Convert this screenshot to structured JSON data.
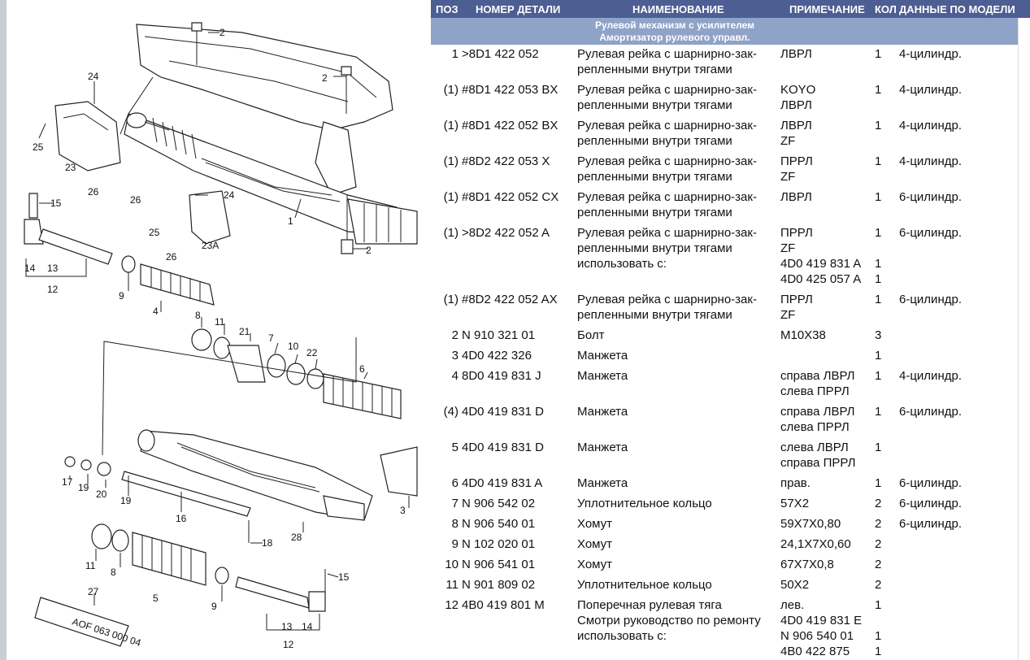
{
  "header": {
    "pos": "ПОЗ",
    "part_number": "НОМЕР ДЕТАЛИ",
    "name": "НАИМЕНОВАНИЕ",
    "note": "ПРИМЕЧАНИЕ",
    "qty": "КОЛ",
    "model": "ДАННЫЕ ПО МОДЕЛИ"
  },
  "group": {
    "line1": "Рулевой механизм с усилителем",
    "line2": "Амортизатор рулевого управл."
  },
  "diagram": {
    "callouts": [
      "2",
      "2",
      "24",
      "25",
      "23",
      "26",
      "26",
      "24",
      "25",
      "26",
      "23A",
      "1",
      "2",
      "15",
      "14",
      "13",
      "12",
      "9",
      "4",
      "8",
      "11",
      "21",
      "7",
      "10",
      "22",
      "6",
      "17",
      "19",
      "20",
      "19",
      "16",
      "18",
      "28",
      "3",
      "11",
      "8",
      "5",
      "9",
      "15",
      "27",
      "13",
      "14",
      "12"
    ],
    "tube_text": "AOF 063 000 04"
  },
  "rows": [
    {
      "pos": "1",
      "num": ">8D1 422 052",
      "name": [
        "Рулевая рейка с шарнирно-зак-",
        "репленными внутри тягами"
      ],
      "note": [
        "ЛВРЛ"
      ],
      "qty": [
        "1"
      ],
      "model": "4-цилиндр."
    },
    {
      "pos": "(1)",
      "num": "#8D1 422 053 BX",
      "name": [
        "Рулевая рейка с шарнирно-зак-",
        "репленными внутри тягами"
      ],
      "note": [
        "KOYO",
        "ЛВРЛ"
      ],
      "qty": [
        "1"
      ],
      "model": "4-цилиндр."
    },
    {
      "pos": "(1)",
      "num": "#8D1 422 052 BX",
      "name": [
        "Рулевая рейка с шарнирно-зак-",
        "репленными внутри тягами"
      ],
      "note": [
        "ЛВРЛ",
        "ZF"
      ],
      "qty": [
        "1"
      ],
      "model": "4-цилиндр."
    },
    {
      "pos": "(1)",
      "num": "#8D2 422 053  X",
      "name": [
        "Рулевая рейка с шарнирно-зак-",
        "репленными внутри тягами"
      ],
      "note": [
        "ПРРЛ",
        "ZF"
      ],
      "qty": [
        "1"
      ],
      "model": "4-цилиндр."
    },
    {
      "pos": "(1)",
      "num": "#8D1 422 052 CX",
      "name": [
        "Рулевая рейка с шарнирно-зак-",
        "репленными внутри тягами"
      ],
      "note": [
        "ЛВРЛ"
      ],
      "qty": [
        "1"
      ],
      "model": "6-цилиндр."
    },
    {
      "pos": "(1)",
      "num": ">8D2 422 052 A",
      "name": [
        "Рулевая рейка с шарнирно-зак-",
        "репленными внутри тягами",
        "использовать с:"
      ],
      "note": [
        "ПРРЛ",
        "ZF",
        "4D0 419 831 A",
        "4D0 425 057 A"
      ],
      "qty": [
        "1",
        "",
        "1",
        "1"
      ],
      "model": "6-цилиндр."
    },
    {
      "pos": "(1)",
      "num": "#8D2 422 052 AX",
      "name": [
        "Рулевая рейка с шарнирно-зак-",
        "репленными внутри тягами"
      ],
      "note": [
        "ПРРЛ",
        "ZF"
      ],
      "qty": [
        "1"
      ],
      "model": "6-цилиндр."
    },
    {
      "pos": "2",
      "num": "N  910 321 01",
      "name": [
        "Болт"
      ],
      "note": [
        "M10X38"
      ],
      "qty": [
        "3"
      ],
      "model": ""
    },
    {
      "pos": "3",
      "num": "4D0 422 326",
      "name": [
        "Манжета"
      ],
      "note": [
        ""
      ],
      "qty": [
        "1"
      ],
      "model": ""
    },
    {
      "pos": "4",
      "num": "8D0 419 831 J",
      "name": [
        "Манжета"
      ],
      "note": [
        "справа ЛВРЛ",
        "слева ПРРЛ"
      ],
      "qty": [
        "1"
      ],
      "model": "4-цилиндр."
    },
    {
      "pos": "(4)",
      "num": "4D0 419 831 D",
      "name": [
        "Манжета"
      ],
      "note": [
        "справа ЛВРЛ",
        "слева ПРРЛ"
      ],
      "qty": [
        "1"
      ],
      "model": "6-цилиндр."
    },
    {
      "pos": "5",
      "num": "4D0 419 831 D",
      "name": [
        "Манжета"
      ],
      "note": [
        "слева ЛВРЛ",
        "справа ПРРЛ"
      ],
      "qty": [
        "1"
      ],
      "model": ""
    },
    {
      "pos": "6",
      "num": "4D0 419 831 A",
      "name": [
        "Манжета"
      ],
      "note": [
        "прав."
      ],
      "qty": [
        "1"
      ],
      "model": "6-цилиндр."
    },
    {
      "pos": "7",
      "num": "N  906 542 02",
      "name": [
        "Уплотнительное кольцо"
      ],
      "note": [
        "57X2"
      ],
      "qty": [
        "2"
      ],
      "model": "6-цилиндр."
    },
    {
      "pos": "8",
      "num": "N  906 540 01",
      "name": [
        "Хомут"
      ],
      "note": [
        "59X7X0,80"
      ],
      "qty": [
        "2"
      ],
      "model": "6-цилиндр."
    },
    {
      "pos": "9",
      "num": "N  102 020 01",
      "name": [
        "Хомут"
      ],
      "note": [
        "24,1X7X0,60"
      ],
      "qty": [
        "2"
      ],
      "model": ""
    },
    {
      "pos": "10",
      "num": "N  906 541 01",
      "name": [
        "Хомут"
      ],
      "note": [
        "67X7X0,8"
      ],
      "qty": [
        "2"
      ],
      "model": ""
    },
    {
      "pos": "11",
      "num": "N  901 809 02",
      "name": [
        "Уплотнительное кольцо"
      ],
      "note": [
        "50X2"
      ],
      "qty": [
        "2"
      ],
      "model": ""
    },
    {
      "pos": "12",
      "num": "4B0 419 801 M",
      "name": [
        "Поперечная рулевая тяга",
        "Смотри руководство по ремонту",
        "использовать с:"
      ],
      "note": [
        "лев.",
        "4D0 419 831 E",
        "N 906 540 01",
        "4B0 422 875"
      ],
      "qty": [
        "1",
        "",
        "1",
        "1"
      ],
      "model": ""
    }
  ]
}
